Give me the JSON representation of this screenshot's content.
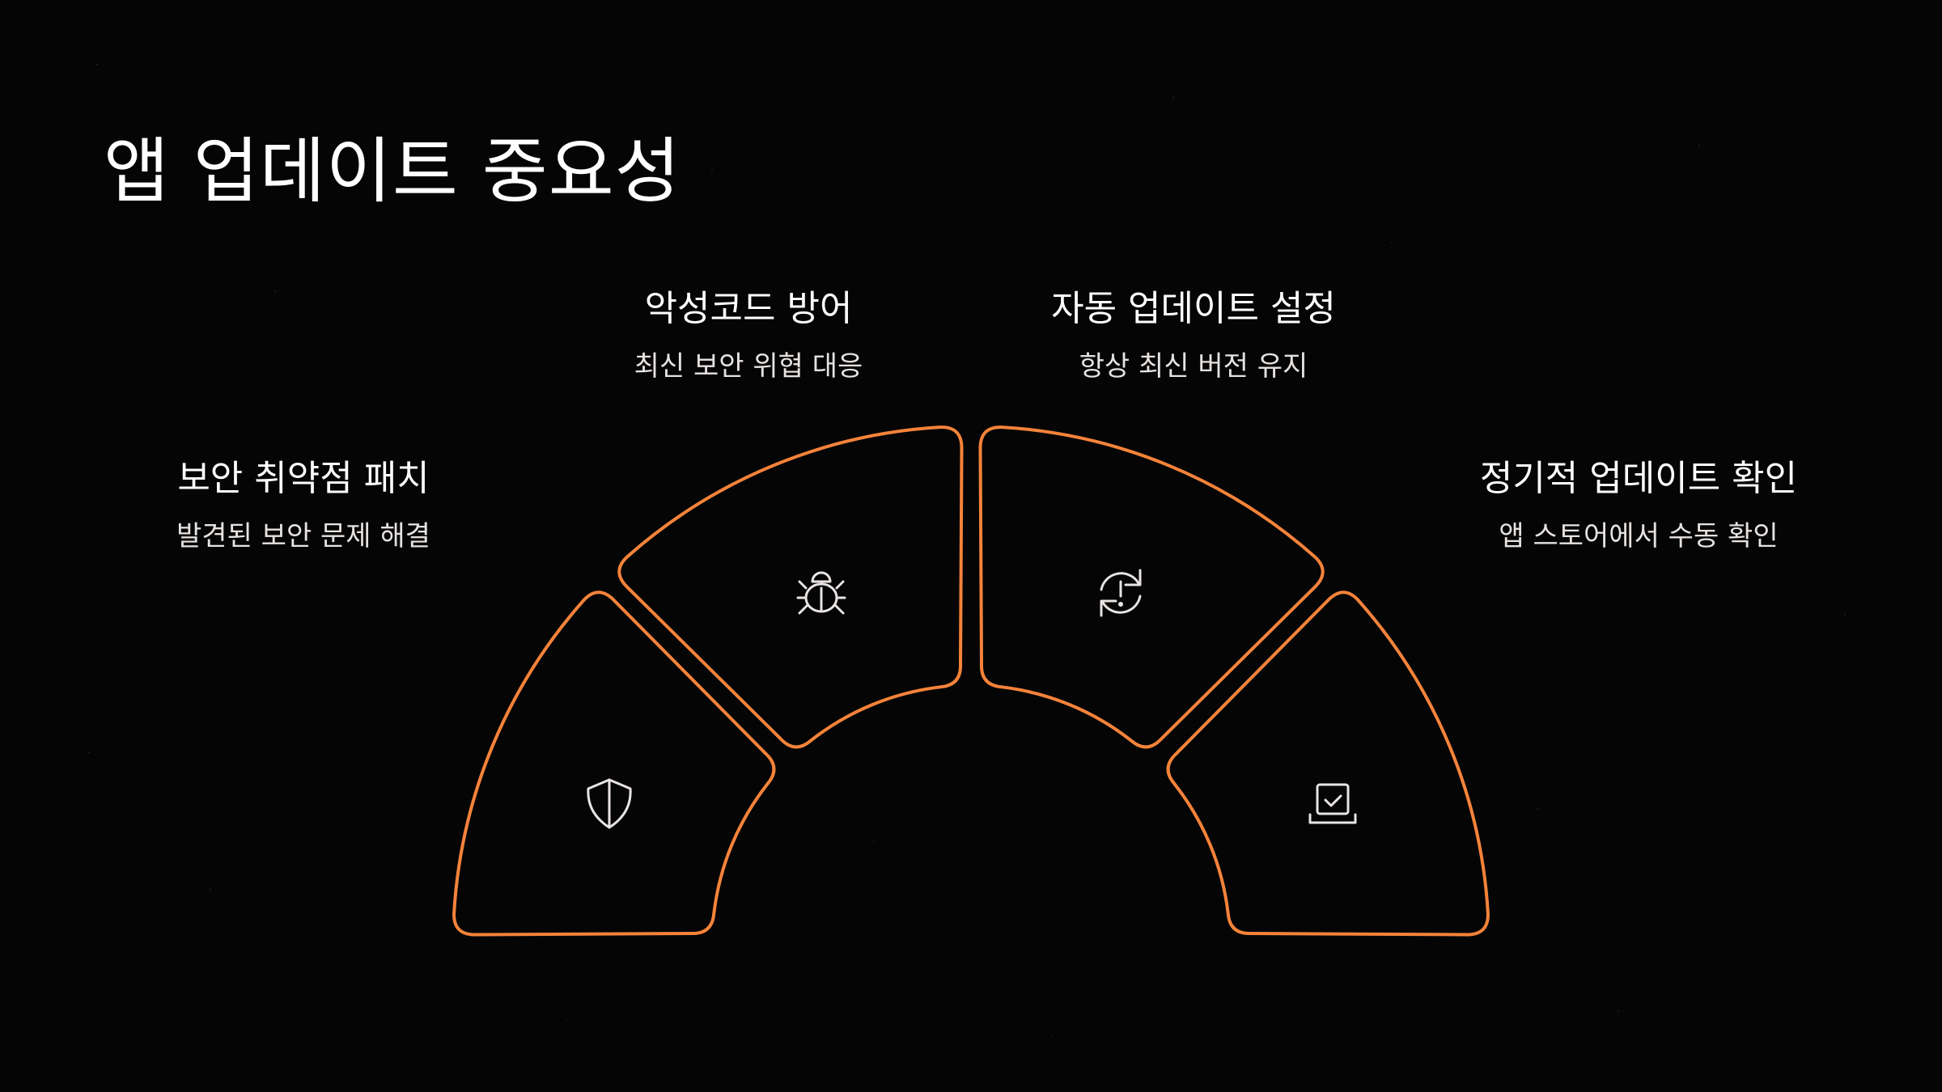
{
  "title": "앱 업데이트 중요성",
  "colors": {
    "accent": "#F5833A",
    "background": "#050505",
    "icon": "#E8E4E2"
  },
  "segments": [
    {
      "heading": "보안 취약점 패치",
      "subtext": "발견된 보안 문제 해결",
      "icon": "shield-icon"
    },
    {
      "heading": "악성코드 방어",
      "subtext": "최신 보안 위협 대응",
      "icon": "bug-icon"
    },
    {
      "heading": "자동 업데이트 설정",
      "subtext": "항상 최신 버전 유지",
      "icon": "sync-alert-icon"
    },
    {
      "heading": "정기적 업데이트 확인",
      "subtext": "앱 스토어에서 수동 확인",
      "icon": "laptop-check-icon"
    }
  ]
}
